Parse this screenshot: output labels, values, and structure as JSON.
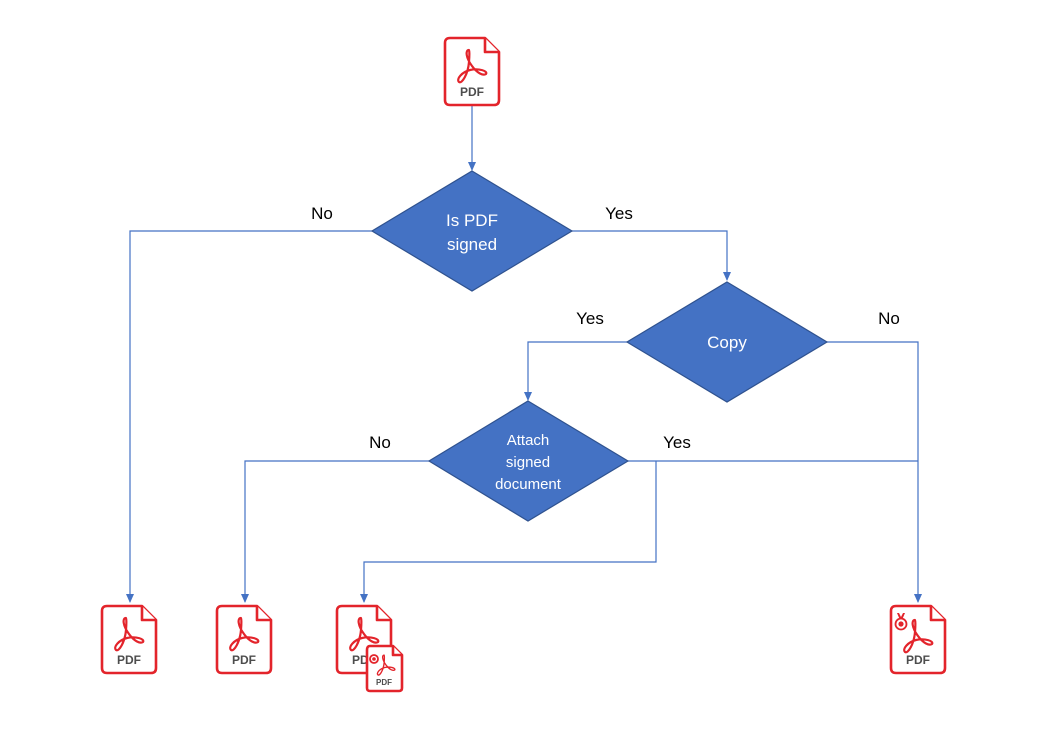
{
  "colors": {
    "decision_fill": "#4472c4",
    "connector": "#4472c4",
    "pdf_icon": "#e3242b"
  },
  "nodes": {
    "input_pdf": {
      "label": "PDF",
      "icon": "pdf-file-icon"
    },
    "decision_signed": {
      "lines": [
        "Is PDF",
        "signed"
      ]
    },
    "decision_copy": {
      "lines": [
        "Copy"
      ]
    },
    "decision_attach": {
      "lines": [
        "Attach",
        "signed",
        "document"
      ]
    },
    "output_plain_pdf": {
      "label": "PDF",
      "icon": "pdf-file-icon"
    },
    "output_unsigned_copy_pdf": {
      "label": "PDF",
      "icon": "pdf-file-icon"
    },
    "output_with_attachment_pdf": {
      "label": "PDF",
      "attachment_label": "PDF",
      "icon": "pdf-with-signed-attachment-icon"
    },
    "output_signed_pdf": {
      "label": "PDF",
      "icon": "signed-pdf-file-icon"
    }
  },
  "edges": {
    "signed_no": "No",
    "signed_yes": "Yes",
    "copy_yes": "Yes",
    "copy_no": "No",
    "attach_no": "No",
    "attach_yes": "Yes"
  }
}
